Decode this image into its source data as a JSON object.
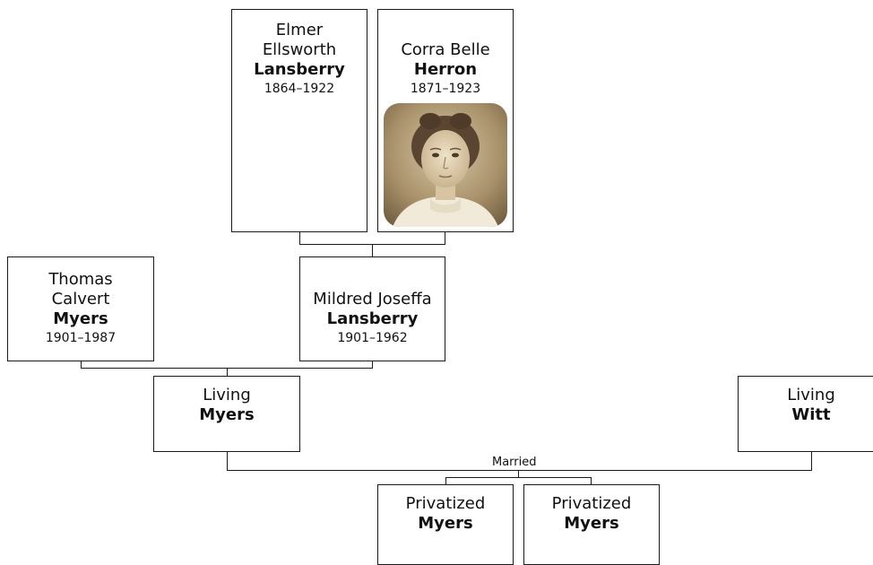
{
  "people": {
    "elmer": {
      "given": [
        "Elmer",
        "Ellsworth"
      ],
      "surname": "Lansberry",
      "dates": "1864–1922"
    },
    "corra": {
      "given": [
        "Corra Belle"
      ],
      "surname": "Herron",
      "dates": "1871–1923",
      "photo": "portrait-photo"
    },
    "thomas": {
      "given": [
        "Thomas",
        "Calvert"
      ],
      "surname": "Myers",
      "dates": "1901–1987"
    },
    "mildred": {
      "given": [
        "Mildred Joseffa"
      ],
      "surname": "Lansberry",
      "dates": "1901–1962"
    },
    "living_myers": {
      "given": [
        "Living"
      ],
      "surname": "Myers"
    },
    "living_witt": {
      "given": [
        "Living"
      ],
      "surname": "Witt"
    },
    "priv1": {
      "given": [
        "Privatized"
      ],
      "surname": "Myers"
    },
    "priv2": {
      "given": [
        "Privatized"
      ],
      "surname": "Myers"
    }
  },
  "connectors": {
    "married_label": "Married"
  },
  "colors": {
    "line": "#1a1a1a",
    "card_border": "#1a1a1a",
    "background": "#ffffff"
  }
}
